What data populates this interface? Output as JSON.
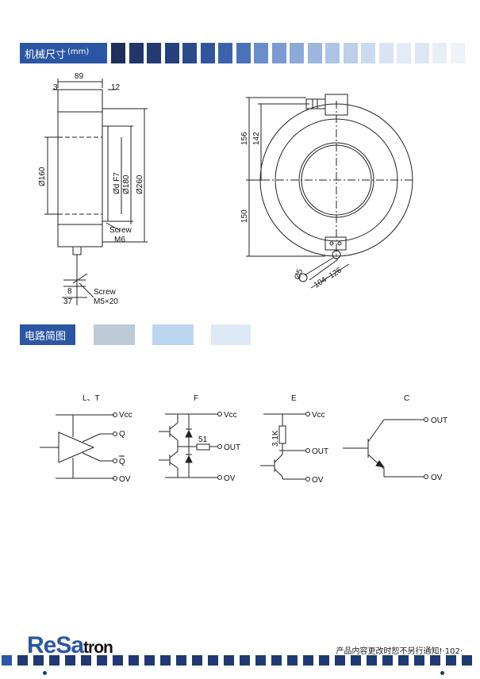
{
  "sections": {
    "dimensions": {
      "title": "机械尺寸",
      "unit": "(mm)"
    },
    "circuit": {
      "title": "电路简图"
    }
  },
  "colors": {
    "accent": "#2b56a3",
    "dark_block": "#1f3a73",
    "light_block": "#a9c2e6"
  },
  "side_view": {
    "dim_3": "3",
    "dim_89": "89",
    "dim_12": "12",
    "dia_160": "Ø160",
    "dia_d_f7": "Ød F7",
    "dia_180": "Ø180",
    "dia_260": "Ø260",
    "screw_m6_a": "Screw",
    "screw_m6_b": "M6",
    "dim_8": "8",
    "dim_37": "37",
    "screw_m5_a": "Screw",
    "screw_m5_b": "M5×20"
  },
  "front_view": {
    "dim_156": "156",
    "dim_142": "142",
    "dim_150": "150",
    "dia_5": "Ø5",
    "dim_104_126": "104~126"
  },
  "circuits": {
    "lt": {
      "title": "L、T",
      "vcc": "Vcc",
      "q": "Q",
      "qbar": "Q",
      "ov": "OV"
    },
    "f": {
      "title": "F",
      "vcc": "Vcc",
      "r": "51",
      "out": "OUT",
      "ov": "OV"
    },
    "e": {
      "title": "E",
      "vcc": "Vcc",
      "r": "3.1K",
      "out": "OUT",
      "ov": "OV"
    },
    "c": {
      "title": "C",
      "out": "OUT",
      "ov": "OV"
    }
  },
  "footer": {
    "logo_re": "ReSa",
    "logo_tron": "tron",
    "note": "产品内容更改时恕不另行通知!·102·"
  }
}
